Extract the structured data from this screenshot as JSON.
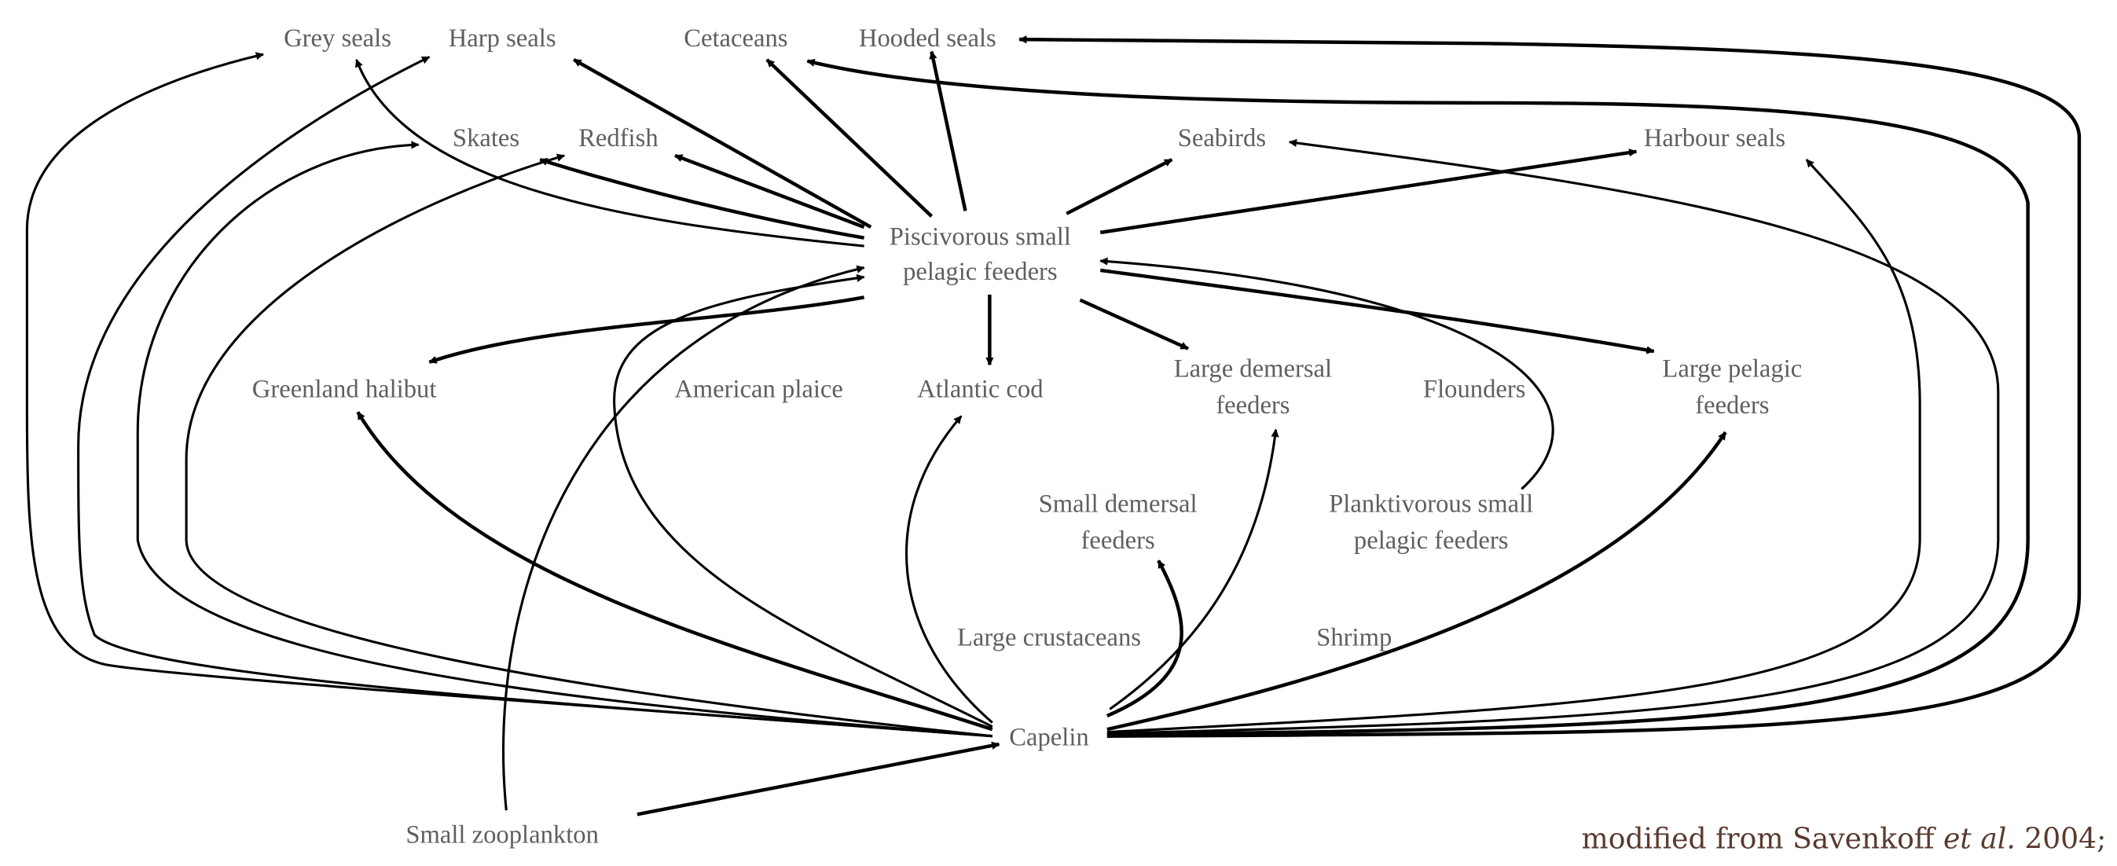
{
  "nodes": {
    "grey_seals": "Grey seals",
    "harp_seals": "Harp seals",
    "cetaceans": "Cetaceans",
    "hooded_seals": "Hooded seals",
    "skates": "Skates",
    "redfish": "Redfish",
    "seabirds": "Seabirds",
    "harbour_seals": "Harbour seals",
    "piscivorous_1": "Piscivorous small",
    "piscivorous_2": "pelagic feeders",
    "greenland_halibut": "Greenland halibut",
    "american_plaice": "American plaice",
    "atlantic_cod": "Atlantic cod",
    "large_demersal_1": "Large demersal",
    "large_demersal_2": "feeders",
    "flounders": "Flounders",
    "large_pelagic_1": "Large pelagic",
    "large_pelagic_2": "feeders",
    "small_demersal_1": "Small demersal",
    "small_demersal_2": "feeders",
    "planktivorous_1": "Planktivorous small",
    "planktivorous_2": "pelagic feeders",
    "large_crustaceans": "Large crustaceans",
    "shrimp": "Shrimp",
    "capelin": "Capelin",
    "small_zooplankton": "Small zooplankton"
  },
  "credit": {
    "prefix": "modified from Savenkoff ",
    "italic": "et al.",
    "suffix": " 2004;"
  },
  "edges": [
    {
      "from": "Piscivorous small pelagic feeders",
      "to": "Grey seals"
    },
    {
      "from": "Piscivorous small pelagic feeders",
      "to": "Harp seals"
    },
    {
      "from": "Piscivorous small pelagic feeders",
      "to": "Cetaceans"
    },
    {
      "from": "Piscivorous small pelagic feeders",
      "to": "Hooded seals"
    },
    {
      "from": "Piscivorous small pelagic feeders",
      "to": "Skates"
    },
    {
      "from": "Piscivorous small pelagic feeders",
      "to": "Redfish"
    },
    {
      "from": "Piscivorous small pelagic feeders",
      "to": "Seabirds"
    },
    {
      "from": "Piscivorous small pelagic feeders",
      "to": "Harbour seals"
    },
    {
      "from": "Piscivorous small pelagic feeders",
      "to": "Greenland halibut"
    },
    {
      "from": "Piscivorous small pelagic feeders",
      "to": "Atlantic cod"
    },
    {
      "from": "Piscivorous small pelagic feeders",
      "to": "Large demersal feeders"
    },
    {
      "from": "Piscivorous small pelagic feeders",
      "to": "Large pelagic feeders"
    },
    {
      "from": "Planktivorous small pelagic feeders",
      "to": "Piscivorous small pelagic feeders"
    },
    {
      "from": "Small zooplankton",
      "to": "Piscivorous small pelagic feeders"
    },
    {
      "from": "Small zooplankton",
      "to": "Capelin"
    },
    {
      "from": "Capelin",
      "to": "Greenland halibut"
    },
    {
      "from": "Capelin",
      "to": "Piscivorous small pelagic feeders"
    },
    {
      "from": "Capelin",
      "to": "Atlantic cod"
    },
    {
      "from": "Capelin",
      "to": "Small demersal feeders"
    },
    {
      "from": "Capelin",
      "to": "Large demersal feeders"
    },
    {
      "from": "Capelin",
      "to": "Large pelagic feeders"
    },
    {
      "from": "Capelin",
      "to": "Harbour seals"
    },
    {
      "from": "Capelin",
      "to": "Seabirds"
    },
    {
      "from": "Capelin",
      "to": "Cetaceans"
    },
    {
      "from": "Capelin",
      "to": "Hooded seals"
    },
    {
      "from": "Capelin",
      "to": "Grey seals"
    },
    {
      "from": "Capelin",
      "to": "Harp seals"
    },
    {
      "from": "Capelin",
      "to": "Skates"
    },
    {
      "from": "Capelin",
      "to": "Redfish"
    }
  ]
}
